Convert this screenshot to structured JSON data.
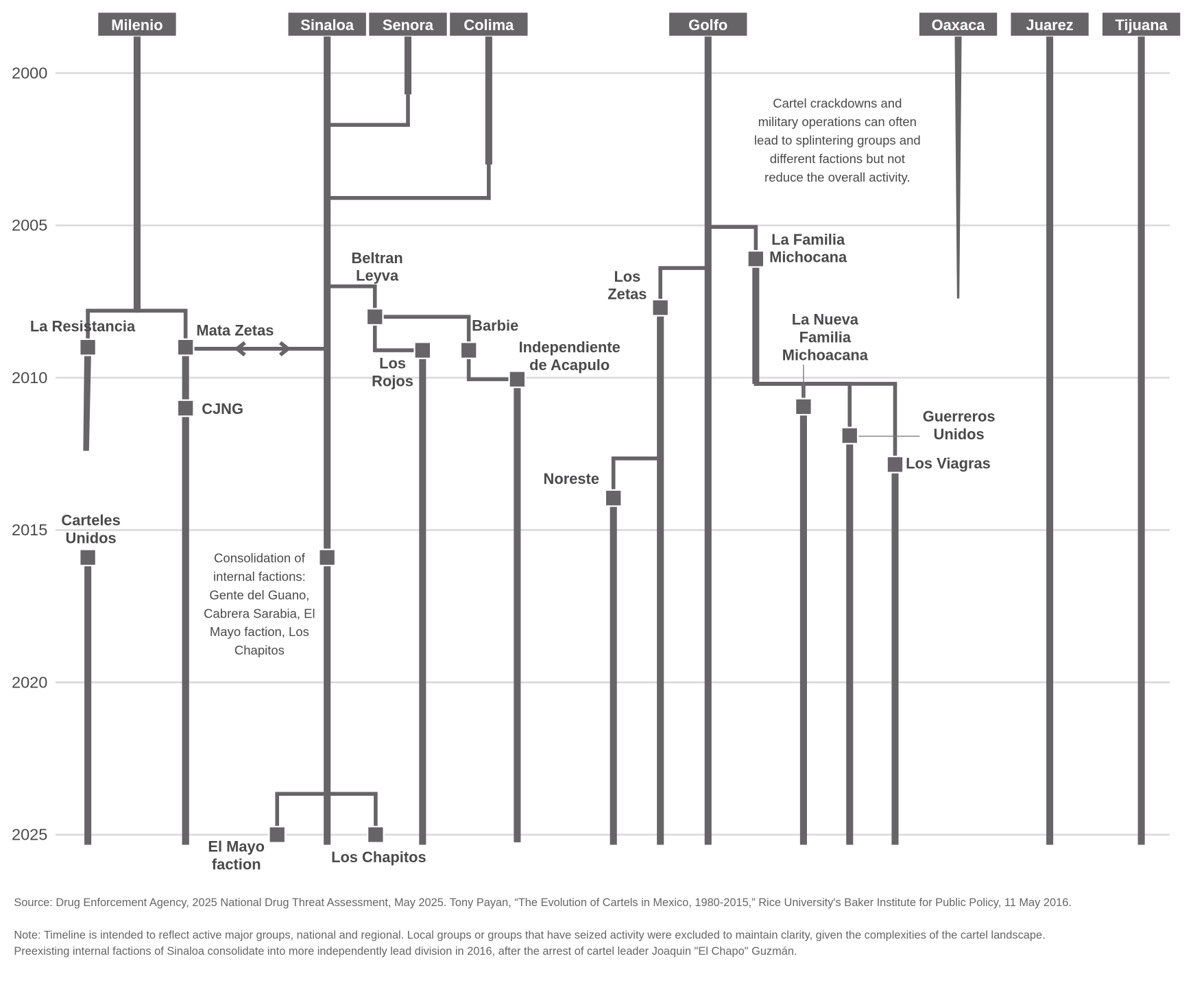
{
  "chart_data": {
    "type": "timeline",
    "y_axis": {
      "ticks": [
        "2000",
        "2005",
        "2010",
        "2015",
        "2020",
        "2025"
      ],
      "range": [
        1997,
        2025.4
      ],
      "grid": true
    },
    "line_color": "#676468",
    "grid_color": "#dcdcdc",
    "cartels": {
      "milenio": {
        "name": "Milenio",
        "end": 2007.8
      },
      "sinaloa": {
        "name": "Sinaloa",
        "end": 2025.33
      },
      "senora": {
        "name": "Senora",
        "thick_end": 2000.7,
        "merge_into": "sinaloa",
        "merge_year": 2001.7
      },
      "colima": {
        "name": "Colima",
        "thick_end": 2003.0,
        "merge_into": "sinaloa",
        "merge_year": 2004.1
      },
      "golfo": {
        "name": "Golfo",
        "end": 2025.33
      },
      "oaxaca": {
        "name": "Oaxaca",
        "end": 2007.4,
        "tapered": true
      },
      "juarez": {
        "name": "Juarez",
        "end": 2025.33
      },
      "tijuana": {
        "name": "Tijuana",
        "end": 2025.33
      }
    },
    "factions": {
      "la_resistancia": {
        "label": [
          "La Resistancia"
        ],
        "parent": "milenio",
        "split": 2007.8,
        "start": 2009.0,
        "end": 2012.4,
        "tapered": true
      },
      "mata_zetas": {
        "label": [
          "Mata Zetas"
        ],
        "parent": "milenio",
        "split": 2007.8,
        "start": 2009.0,
        "end": 2025.33
      },
      "cjng": {
        "label": [
          "CJNG"
        ],
        "parent": "mata_zetas",
        "start": 2011.0,
        "end": 2025.33
      },
      "beltran_leyva": {
        "label": [
          "Beltran",
          "Leyva"
        ],
        "parent": "sinaloa",
        "split": 2007.0,
        "start": 2008.0,
        "end": 2009.1,
        "thin": true
      },
      "los_rojos": {
        "label": [
          "Los",
          "Rojos"
        ],
        "parent": "beltran_leyva",
        "split": 2009.1,
        "start": 2009.1,
        "end": 2025.33
      },
      "barbie": {
        "label": [
          "Barbie"
        ],
        "parent": "beltran_leyva",
        "split": 2008.0,
        "start": 2009.1,
        "end": 2010.05,
        "thin": true
      },
      "independiente": {
        "label": [
          "Independiente",
          "de Acapulo"
        ],
        "parent": "barbie",
        "split": 2010.05,
        "start": 2010.05,
        "end": 2025.25
      },
      "carteles_unidos": {
        "label": [
          "Carteles",
          "Unidos"
        ],
        "start": 2015.9,
        "end": 2025.33
      },
      "el_mayo": {
        "label": [
          "El Mayo",
          "faction"
        ],
        "parent": "sinaloa",
        "split": 2023.66,
        "start": 2025.0,
        "end": 2025.0
      },
      "los_chapitos": {
        "label": [
          "Los Chapitos"
        ],
        "parent": "sinaloa",
        "split": 2023.66,
        "start": 2025.0,
        "end": 2025.0
      },
      "la_familia": {
        "label": [
          "La Familia",
          "Michocana"
        ],
        "parent": "golfo",
        "split": 2005.05,
        "start": 2006.1,
        "end": 2010.2
      },
      "nueva_familia": {
        "label": [
          "La Nueva",
          "Familia",
          "Michoacana"
        ],
        "parent": "la_familia",
        "split": 2010.2,
        "start": 2010.95,
        "end": 2025.33
      },
      "guerreros": {
        "label": [
          "Guerreros",
          "Unidos"
        ],
        "parent": "la_familia",
        "split": 2010.2,
        "start": 2011.9,
        "end": 2025.33
      },
      "los_viagras": {
        "label": [
          "Los Viagras"
        ],
        "parent": "la_familia",
        "split": 2010.2,
        "start": 2012.85,
        "end": 2025.33
      },
      "los_zetas": {
        "label": [
          "Los",
          "Zetas"
        ],
        "parent": "golfo",
        "split": 2006.4,
        "start": 2007.7,
        "end": 2025.33
      },
      "noreste": {
        "label": [
          "Noreste"
        ],
        "parent": "los_zetas",
        "split": 2012.65,
        "start": 2013.95,
        "end": 2025.33
      }
    },
    "markers": [
      {
        "on": "sinaloa",
        "year": 2015.9
      }
    ],
    "conflicts": [
      {
        "between": [
          "mata_zetas",
          "sinaloa"
        ],
        "year": 2009.05
      }
    ],
    "annotations": {
      "consolidation": [
        "Consolidation of",
        "internal factions:",
        "Gente del Guano,",
        "Cabrera Sarabia, El",
        "Mayo faction, Los",
        "Chapitos"
      ],
      "crackdowns": [
        "Cartel crackdowns and",
        "military operations can often",
        "lead to splintering groups and",
        "different factions but not",
        "reduce the overall activity."
      ]
    }
  },
  "footer": {
    "source": "Source: Drug Enforcement Agency, 2025 National Drug Threat Assessment, May 2025. Tony Payan, “The Evolution of Cartels in Mexico, 1980-2015,” Rice University's Baker Institute for Public Policy, 11 May 2016.",
    "note_lines": [
      "Note: Timeline is intended to reflect active major groups, national and regional. Local groups or groups that have seized activity were excluded to maintain clarity, given the complexities of the cartel landscape.",
      "Preexisting internal factions of Sinaloa consolidate into more independently lead division in 2016, after the arrest of cartel leader Joaquin \"El Chapo\" Guzmán."
    ]
  }
}
